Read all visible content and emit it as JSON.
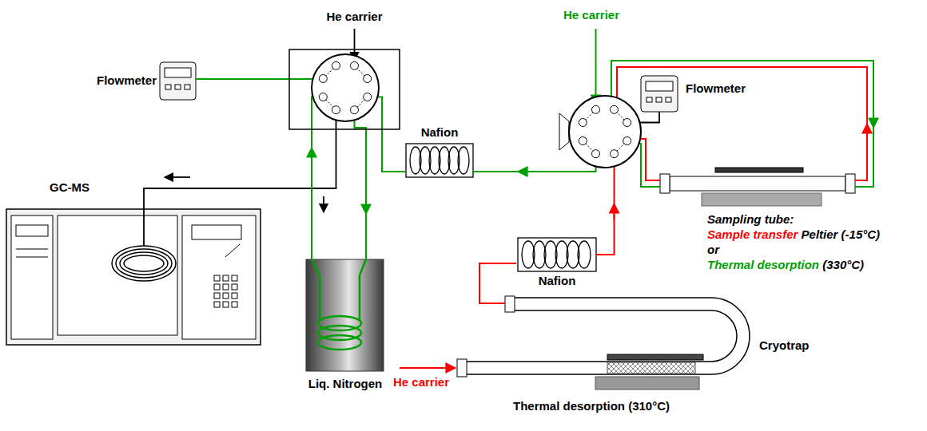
{
  "diagram": {
    "nodes": [
      {
        "text": [
          "Flowmeter"
        ]
      },
      {
        "text": [
          "GC-MS"
        ]
      },
      {
        "text": [
          "Nafion"
        ]
      },
      {
        "text": [
          "Liq. Nitrogen"
        ]
      },
      {
        "text": [
          "Flowmeter"
        ]
      },
      {
        "text": [
          "Sampling tube:",
          "Sample transfer",
          "Peltier (-15°C)",
          "or",
          "Thermal desorption",
          "(330°C)"
        ]
      },
      {
        "text": [
          "Nafion"
        ]
      },
      {
        "text": [
          "Cryotrap",
          "Thermal desorption (310°C)"
        ]
      }
    ],
    "edges": [
      {
        "from": 7,
        "to": 6,
        "arrow": "none"
      }
    ],
    "labels": [
      "He carrier",
      "He carrier",
      "He carrier"
    ]
  }
}
